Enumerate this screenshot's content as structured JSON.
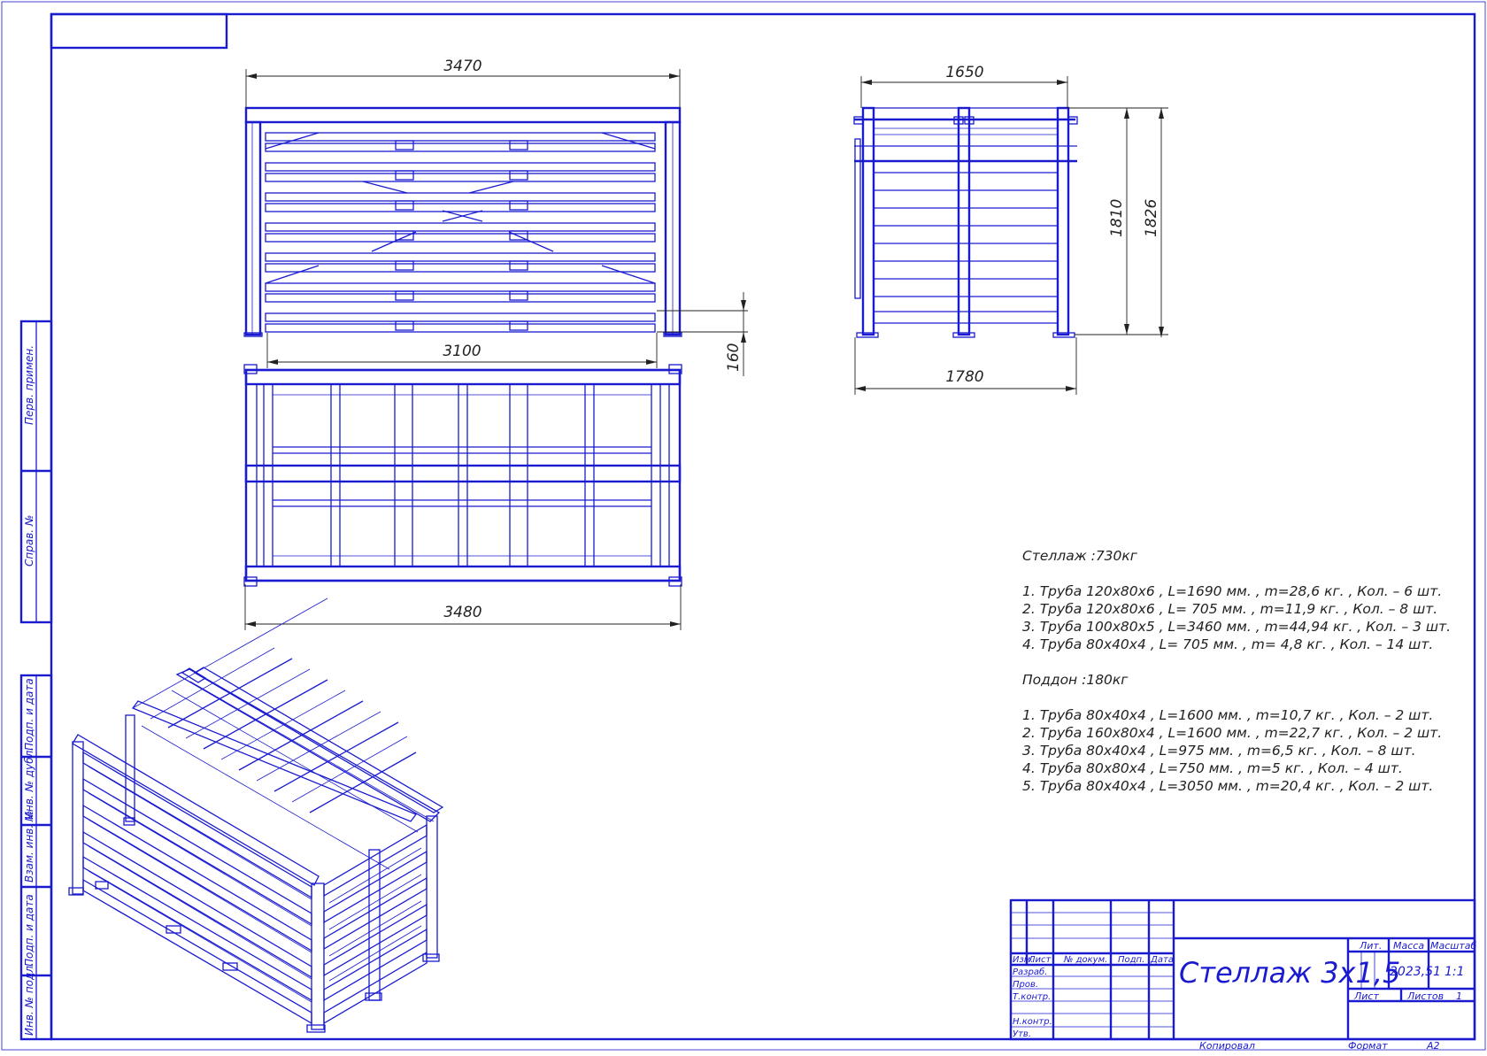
{
  "dimensions": {
    "front_width": "3470",
    "front_inner": "3100",
    "shelf_gap": "160",
    "top_width": "3480",
    "side_width": "1650",
    "side_base": "1780",
    "height_1": "1810",
    "height_2": "1826"
  },
  "specs": {
    "rack_title": "Стеллаж :730кг",
    "rack_items": [
      "1. Труба 120х80х6 , L=1690 мм. , m=28,6 кг. , Кол. – 6 шт.",
      "2. Труба 120х80х6 , L= 705 мм. , m=11,9 кг. , Кол. – 8 шт.",
      "3. Труба 100х80х5 , L=3460 мм. , m=44,94 кг. , Кол. – 3 шт.",
      "4. Труба 80х40х4 , L= 705 мм. , m= 4,8 кг. , Кол. – 14 шт."
    ],
    "pallet_title": "Поддон :180кг",
    "pallet_items": [
      "1. Труба 80х40х4 , L=1600 мм. , m=10,7 кг. , Кол. – 2 шт.",
      "2. Труба 160х80х4 , L=1600 мм. , m=22,7 кг. , Кол. – 2 шт.",
      "3. Труба 80х40х4 , L=975 мм. , m=6,5 кг. , Кол. – 8 шт.",
      "4. Труба 80х80х4 , L=750 мм. , m=5 кг. , Кол. – 4 шт.",
      "5. Труба 80х40х4 , L=3050 мм. , m=20,4 кг. , Кол. – 2 шт."
    ]
  },
  "side_stamps": [
    "Перв. примен.",
    "Справ. №",
    "Подп. и дата",
    "Инв. № дубл.",
    "Взам. инв. №",
    "Подп. и дата",
    "Инв. № подл."
  ],
  "title_block": {
    "title": "Стеллаж 3х1,5",
    "col_headers": [
      "Изм.",
      "Лист",
      "№ докум.",
      "Подп.",
      "Дата"
    ],
    "row_labels": [
      "Разраб.",
      "Пров.",
      "Т.контр.",
      "Н.контр.",
      "Утв."
    ],
    "lit_label": "Лит.",
    "mass_label": "Масса",
    "scale_label": "Масштаб",
    "mass_value": "2023,51",
    "scale_value": "1:1",
    "sheet_label": "Лист",
    "sheets_label": "Листов",
    "sheets_value": "1"
  },
  "footer": {
    "copied": "Копировал",
    "format_label": "Формат",
    "format_value": "A2"
  }
}
